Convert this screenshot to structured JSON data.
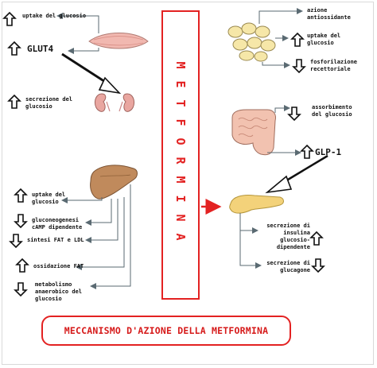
{
  "diagram": {
    "center_label": "METFORMINA",
    "title": "MECCANISMO D'AZIONE DELLA METFORMINA",
    "muscle": {
      "effect": "uptake del glucosio",
      "transporter": "GLUT4"
    },
    "kidney": {
      "effect": "secrezione del glucosio"
    },
    "liver": {
      "effects": [
        "uptake del glucosio",
        "gluconeogenesi cAMP dipendente",
        "sintesi FAT e LDL",
        "ossidazione FAT",
        "metabolismo anaerobico del glucosio"
      ]
    },
    "adipose": {
      "effects": [
        "azione antiossidante",
        "uptake del glucosio",
        "fosforilazione recettoriale"
      ]
    },
    "intestine": {
      "effect": "assorbimento del glucosio",
      "hormone": "GLP-1"
    },
    "pancreas": {
      "effects": [
        "secrezione di insulina glucosio-dipendente",
        "secrezione di glucagone"
      ]
    },
    "colors": {
      "accent_red": "#e32222",
      "arrow_black": "#111111",
      "line_gray": "#5a6a72",
      "organ_tan": "#c89a6a",
      "pancreas_yellow": "#f3d27a"
    }
  }
}
